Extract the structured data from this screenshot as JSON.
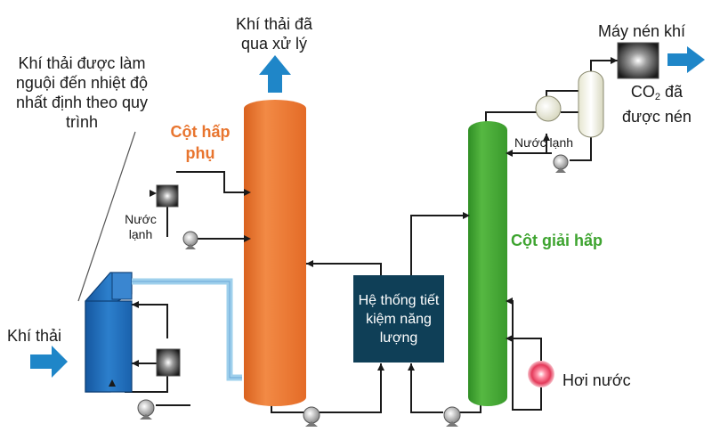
{
  "labels": {
    "treated_gas": "Khí thải đã qua xử lý",
    "cooled_gas": "Khí thải được làm nguội đến nhiệt độ nhất định theo quy trình",
    "aux_absorber": "Cột hấp phụ",
    "cooling_water_left": "Nước lạnh",
    "flue_gas": "Khí thải",
    "energy_saving_system": "Hệ thống tiết kiệm năng lượng",
    "stripper": "Cột giải hấp",
    "steam": "Hơi nước",
    "compressor": "Máy nén khí",
    "co2_prefix": "CO",
    "co2_sub": "2",
    "co2_suffix": " đã được nén",
    "cooling_water_right": "Nước lạnh"
  },
  "colors": {
    "absorber_column": "#ef7b3a",
    "absorber_text": "#e8752f",
    "stripper_column": "#46a936",
    "stripper_text": "#3ea430",
    "arrow": "#1f86c8",
    "energy_box": "#0f3f57",
    "quench_tower": "#1f6fb8",
    "steam_heater": "#e43a5a"
  },
  "icons": {
    "exchanger": "heat-exchanger-icon",
    "pump": "pump-icon",
    "compressor": "compressor-icon",
    "arrow": "flow-arrow-icon"
  }
}
